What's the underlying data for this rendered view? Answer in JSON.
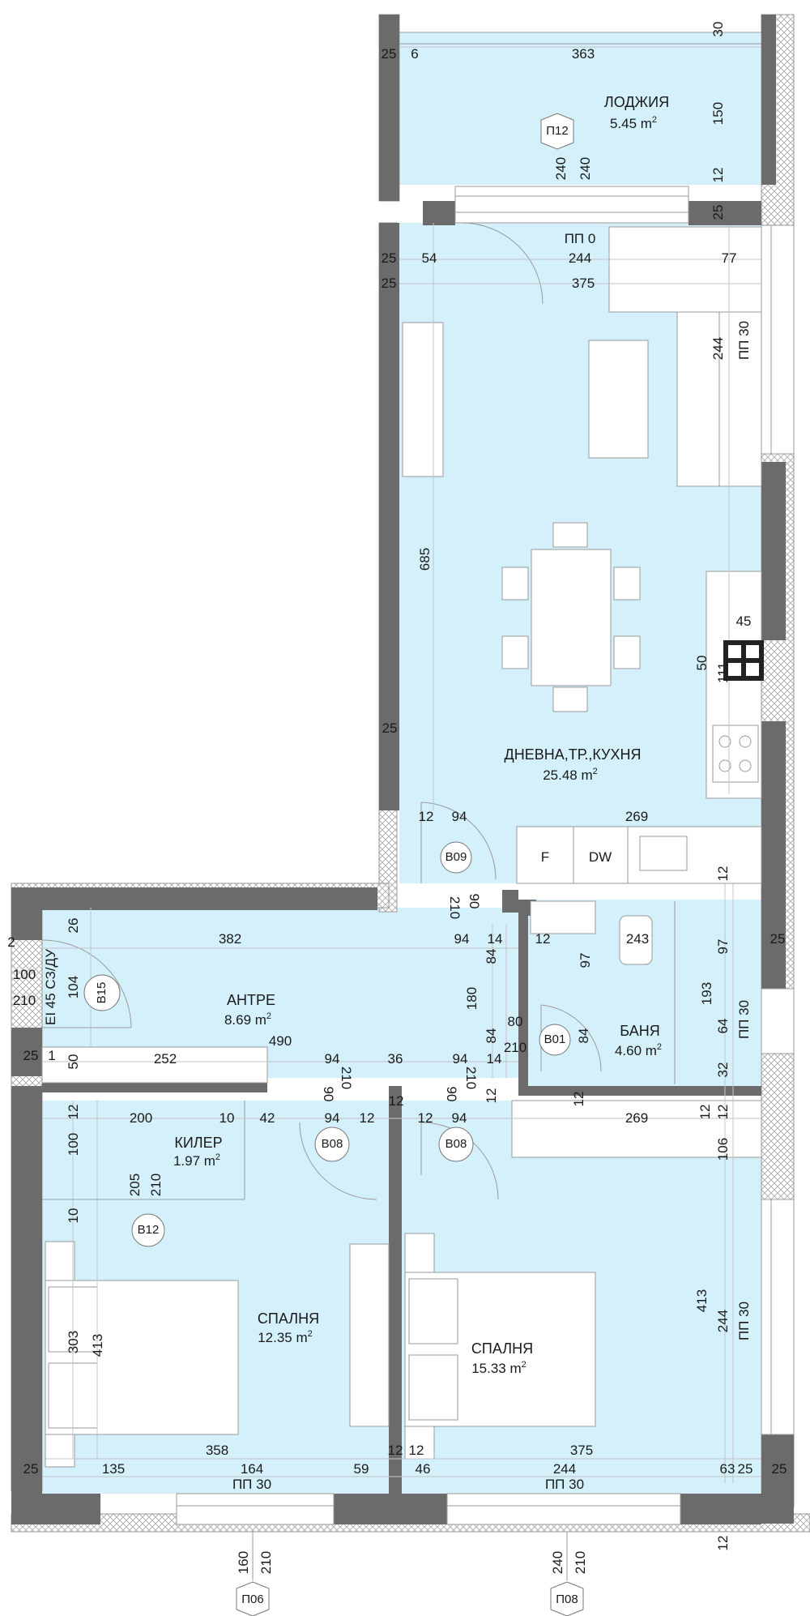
{
  "colors": {
    "floor": "#d4f1fb",
    "wall": "#6b6b6b",
    "hatch": "#bdbdbd",
    "line": "#9a9a9a",
    "text": "#1a1a1a"
  },
  "rooms": {
    "loggia": {
      "name": "ЛОДЖИЯ",
      "area": "5.45 m",
      "sup": "2"
    },
    "living": {
      "name": "ДНЕВНА,ТР.,КУХНЯ",
      "area": "25.48 m",
      "sup": "2"
    },
    "hall": {
      "name": "АНТРЕ",
      "area": "8.69 m",
      "sup": "2"
    },
    "bath": {
      "name": "БАНЯ",
      "area": "4.60 m",
      "sup": "2"
    },
    "storage": {
      "name": "КИЛЕР",
      "area": "1.97 m",
      "sup": "2"
    },
    "bedroom1": {
      "name": "СПАЛНЯ",
      "area": "12.35 m",
      "sup": "2"
    },
    "bedroom2": {
      "name": "СПАЛНЯ",
      "area": "15.33 m",
      "sup": "2"
    }
  },
  "appliances": {
    "fridge": "F",
    "dishwasher": "DW"
  },
  "tags": {
    "p12": "П12",
    "b09": "B09",
    "b15": "B15",
    "b01": "B01",
    "b08a": "B08",
    "b08b": "B08",
    "b12": "B12",
    "p06": "П06",
    "p08": "П08"
  },
  "labels": {
    "pp0": "ПП 0",
    "pp30_living": "ПП 30",
    "pp30_bath": "ПП 30",
    "pp30_bed2_right": "ПП 30",
    "pp30_bed1_bottom": "ПП 30",
    "pp30_bed2_bottom": "ПП 30",
    "fire_door": "EI 45 СЗ/ДУ"
  },
  "dims": {
    "d25_a": "25",
    "d6": "6",
    "d363": "363",
    "d30_top": "30",
    "d150": "150",
    "d12_top": "12",
    "d240_l": "240",
    "d240_r": "240",
    "d25_b": "25",
    "d25_c": "25",
    "d54": "54",
    "d244_top": "244",
    "d77": "77",
    "d25_d": "25",
    "d375_top": "375",
    "d244_v": "244",
    "d685": "685",
    "d45": "45",
    "d50_v": "50",
    "d111": "111",
    "d25_e": "25",
    "d12_a": "12",
    "d94_a": "94",
    "d269_top": "269",
    "d12_b": "12",
    "d210_a": "210",
    "d90_a": "90",
    "d26": "26",
    "d2": "2",
    "d382": "382",
    "d94_b": "94",
    "d14_a": "14",
    "d12_c": "12",
    "d243": "243",
    "d97_a": "97",
    "d25_f": "25",
    "d84_a": "84",
    "d97_b": "97",
    "d100_l": "100",
    "d104": "104",
    "d210_l": "210",
    "d180": "180",
    "d193": "193",
    "d80": "80",
    "d84_b": "84",
    "d84_c": "84",
    "d64": "64",
    "d490": "490",
    "d210_b": "210",
    "d25_g": "25",
    "d1": "1",
    "d50_h": "50",
    "d252": "252",
    "d94_c": "94",
    "d36": "36",
    "d94_d": "94",
    "d14_b": "14",
    "d32": "32",
    "d90_b": "90",
    "d210_c": "210",
    "d90_c": "90",
    "d210_d": "210",
    "d12_d": "12",
    "d12_e": "12",
    "d12_f": "12",
    "d12_g": "12",
    "d200": "200",
    "d10_a": "10",
    "d42": "42",
    "d94_e": "94",
    "d12_h": "12",
    "d12_i": "12",
    "d94_f": "94",
    "d269_mid": "269",
    "d12_j": "12",
    "d12_k": "12",
    "d100_v": "100",
    "d205": "205",
    "d210_e": "210",
    "d106": "106",
    "d10_b": "10",
    "d303": "303",
    "d413_l": "413",
    "d413_r": "413",
    "d244_r": "244",
    "d358": "358",
    "d12_l": "12",
    "d12_m": "12",
    "d375_bot": "375",
    "d25_h": "25",
    "d135": "135",
    "d164": "164",
    "d59": "59",
    "d46": "46",
    "d244_bot": "244",
    "d63": "63",
    "d25_i": "25",
    "d25_j": "25",
    "d160": "160",
    "d210_f": "210",
    "d240_b": "240",
    "d210_g": "210",
    "d12_n": "12"
  }
}
